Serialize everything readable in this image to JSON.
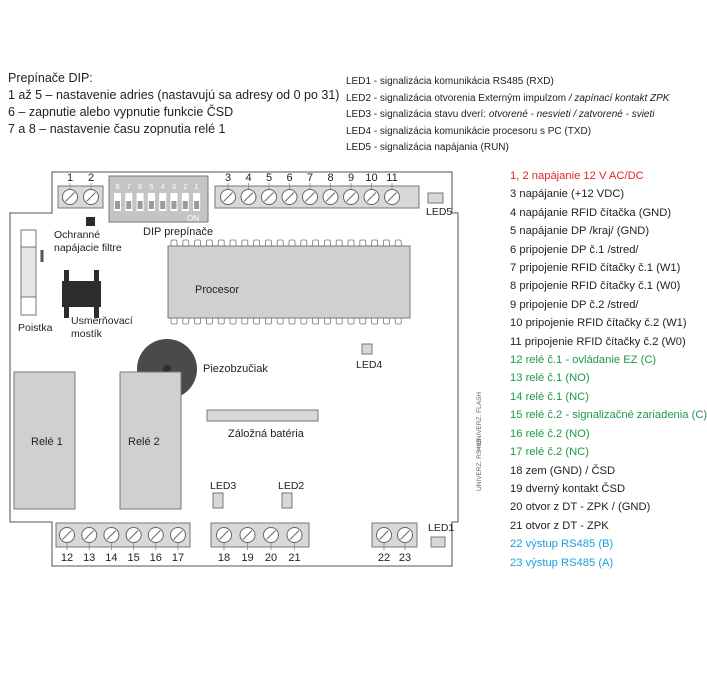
{
  "dip_notes": {
    "title": "Prepínače DIP:",
    "line1": "1 až 5 – nastavenie adries (nastavujú sa adresy od 0 po 31)",
    "line2": "6 – zapnutie alebo vypnutie funkcie ČSD",
    "line3": "7 a 8 – nastavenie času zopnutia relé 1"
  },
  "led_notes": [
    {
      "text": "LED1 - signalizácia komunikácia RS485 (RXD)",
      "extra": ""
    },
    {
      "text": "LED2 - signalizácia otvorenia Externým impulzom",
      "extra": " / zapínací kontakt ZPK"
    },
    {
      "text": "LED3 - signalizácia stavu dverí:",
      "extra": " otvorené - nesvieti / zatvorené - svieti"
    },
    {
      "text": "LED4 - signalizácia komunikácie procesoru s PC (TXD)",
      "extra": ""
    },
    {
      "text": "LED5 - signalizácia napájania (RUN)",
      "extra": ""
    }
  ],
  "board": {
    "top_terminal_left": [
      "1",
      "2"
    ],
    "top_terminal_right": [
      "3",
      "4",
      "5",
      "6",
      "7",
      "8",
      "9",
      "10",
      "11"
    ],
    "bottom_terminal_a": [
      "12",
      "13",
      "14",
      "15",
      "16",
      "17"
    ],
    "bottom_terminal_b": [
      "18",
      "19",
      "20",
      "21"
    ],
    "bottom_terminal_c": [
      "22",
      "23"
    ],
    "dip_digits": [
      "8",
      "7",
      "6",
      "5",
      "4",
      "3",
      "2",
      "1"
    ],
    "dip_on": "ON",
    "labels": {
      "dip": "DIP prepínače",
      "filters1": "Ochranné",
      "filters2": "napájacie filtre",
      "fuse": "Poistka",
      "bridge1": "Usmerňovací",
      "bridge2": "mostík",
      "processor": "Procesor",
      "buzzer": "Piezobzučiak",
      "led4": "LED4",
      "relay1": "Relé 1",
      "relay2": "Relé 2",
      "battery": "Záložná batéria",
      "led3": "LED3",
      "led2": "LED2",
      "led5": "LED5",
      "led1": "LED1",
      "side1": "UNIVERZ. RS485",
      "side2": "UNIVERZ. FLASH"
    }
  },
  "pins": [
    {
      "num": "1, 2",
      "text": "napájanie 12 V AC/DC",
      "color": "#e0242b"
    },
    {
      "num": "3",
      "text": "napájanie (+12 VDC)",
      "color": "#222222"
    },
    {
      "num": "4",
      "text": "napájanie RFID čítačka (GND)",
      "color": "#222222"
    },
    {
      "num": "5",
      "text": "napájanie DP /kraj/ (GND)",
      "color": "#222222"
    },
    {
      "num": "6",
      "text": "pripojenie DP č.1 /stred/",
      "color": "#222222"
    },
    {
      "num": "7",
      "text": "pripojenie RFID čítačky č.1 (W1)",
      "color": "#222222"
    },
    {
      "num": "8",
      "text": "pripojenie RFID čítačky č.1 (W0)",
      "color": "#222222"
    },
    {
      "num": "9",
      "text": "pripojenie DP č.2 /stred/",
      "color": "#222222"
    },
    {
      "num": "10",
      "text": "pripojenie RFID čítačky č.2 (W1)",
      "color": "#222222"
    },
    {
      "num": "11",
      "text": "pripojenie RFID čítačky č.2 (W0)",
      "color": "#222222"
    },
    {
      "num": "12",
      "text": "relé č.1 - ovládanie EZ (C)",
      "color": "#1b9a4a"
    },
    {
      "num": "13",
      "text": "relé č.1 (NO)",
      "color": "#1b9a4a"
    },
    {
      "num": "14",
      "text": "relé č.1 (NC)",
      "color": "#1b9a4a"
    },
    {
      "num": "15",
      "text": "relé č.2 - signalizačné zariadenia (C)",
      "color": "#1b9a4a"
    },
    {
      "num": "16",
      "text": "relé č.2 (NO)",
      "color": "#1b9a4a"
    },
    {
      "num": "17",
      "text": "relé č.2 (NC)",
      "color": "#1b9a4a"
    },
    {
      "num": "18",
      "text": "zem (GND) / ČSD",
      "color": "#222222"
    },
    {
      "num": "19",
      "text": "dverný kontakt ČSD",
      "color": "#222222"
    },
    {
      "num": "20",
      "text": "otvor z DT - ZPK / (GND)",
      "color": "#222222"
    },
    {
      "num": "21",
      "text": "otvor z DT - ZPK",
      "color": "#222222"
    },
    {
      "num": "22",
      "text": "výstup RS485 (B)",
      "color": "#1a9fd8"
    },
    {
      "num": "23",
      "text": "výstup RS485 (A)",
      "color": "#1a9fd8"
    }
  ]
}
